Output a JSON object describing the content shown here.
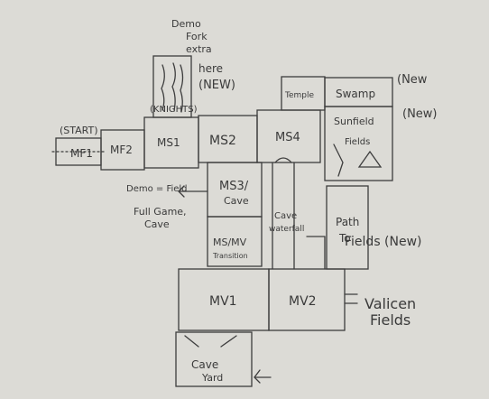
{
  "rooms": {
    "start_tag": "(START)",
    "mf1": "MF1",
    "mf2": "MF2",
    "knights_tag": "(KNIGHTS)",
    "ms1": "MS1",
    "ms2": "MS2",
    "ms4": "MS4",
    "ms3": [
      "MS3/",
      "Cave"
    ],
    "ms_mv": [
      "MS/MV",
      "Transition"
    ],
    "mv1": "MV1",
    "mv2": "MV2",
    "cave_yard": [
      "Cave",
      "Yard"
    ],
    "temple": "Temple",
    "swamp": "Swamp",
    "sunfield": [
      "Sunfield",
      "Fields"
    ],
    "path_to_fields": [
      "Path",
      "To",
      "Fields (New)"
    ],
    "cave_waterfall": [
      "Cave",
      "waterfall"
    ]
  },
  "notes": {
    "demo_fork": [
      "Demo",
      "Fork",
      "extra",
      "here",
      "(NEW)"
    ],
    "demo_field": [
      "Demo = Field",
      "Full Game,",
      "Cave"
    ],
    "swamp_new": "(New",
    "sunfield_new": "(New)",
    "valicen": [
      "Valicen",
      "Fields"
    ]
  },
  "colors": {
    "paper": "#dcdbd6",
    "ink": "#3a3a3a"
  }
}
